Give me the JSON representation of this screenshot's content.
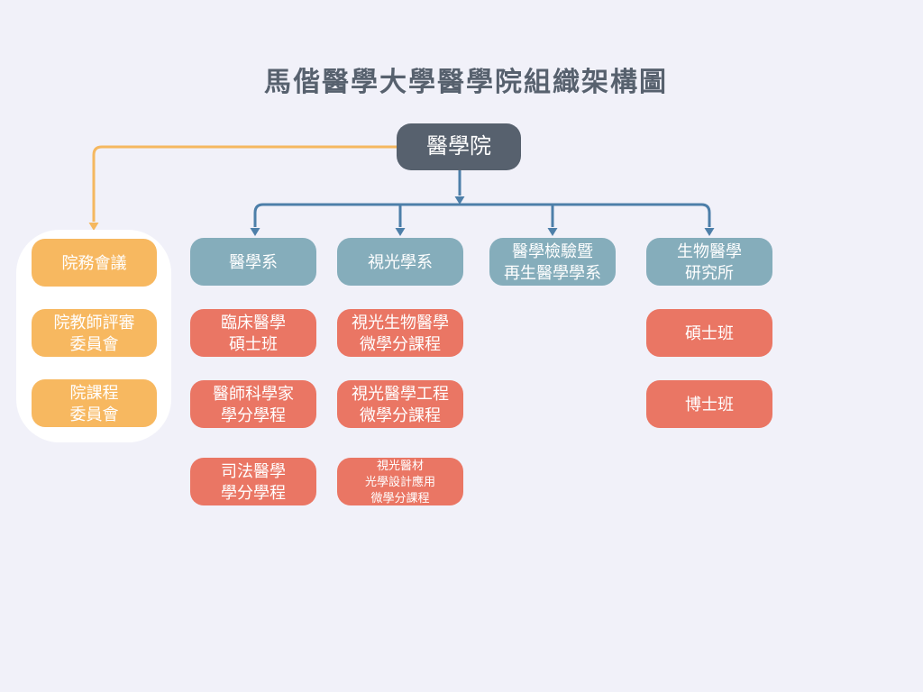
{
  "title": "馬偕醫學大學醫學院組織架構圖",
  "colors": {
    "background": "#f1f1f9",
    "title_text": "#57616e",
    "root_box": "#57616e",
    "department_box": "#85adbb",
    "program_box": "#ea7664",
    "committee_box": "#f7b860",
    "committee_panel": "#ffffff",
    "department_connector": "#4d7fa9",
    "committee_connector": "#f5b860",
    "node_text": "#ffffff"
  },
  "root": {
    "label": "醫學院"
  },
  "committees": [
    {
      "lines": [
        "院務會議"
      ]
    },
    {
      "lines": [
        "院教師評審",
        "委員會"
      ]
    },
    {
      "lines": [
        "院課程",
        "委員會"
      ]
    }
  ],
  "departments": [
    {
      "lines": [
        "醫學系"
      ]
    },
    {
      "lines": [
        "視光學系"
      ]
    },
    {
      "lines": [
        "醫學檢驗暨",
        "再生醫學學系"
      ]
    },
    {
      "lines": [
        "生物醫學",
        "研究所"
      ]
    }
  ],
  "programs": {
    "medicine": [
      {
        "lines": [
          "臨床醫學",
          "碩士班"
        ]
      },
      {
        "lines": [
          "醫師科學家",
          "學分學程"
        ]
      },
      {
        "lines": [
          "司法醫學",
          "學分學程"
        ]
      }
    ],
    "optometry": [
      {
        "lines": [
          "視光生物醫學",
          "微學分課程"
        ]
      },
      {
        "lines": [
          "視光醫學工程",
          "微學分課程"
        ]
      },
      {
        "lines": [
          "視光醫材",
          "光學設計應用",
          "微學分課程"
        ]
      }
    ],
    "biomedical": [
      {
        "lines": [
          "碩士班"
        ]
      },
      {
        "lines": [
          "博士班"
        ]
      }
    ]
  }
}
